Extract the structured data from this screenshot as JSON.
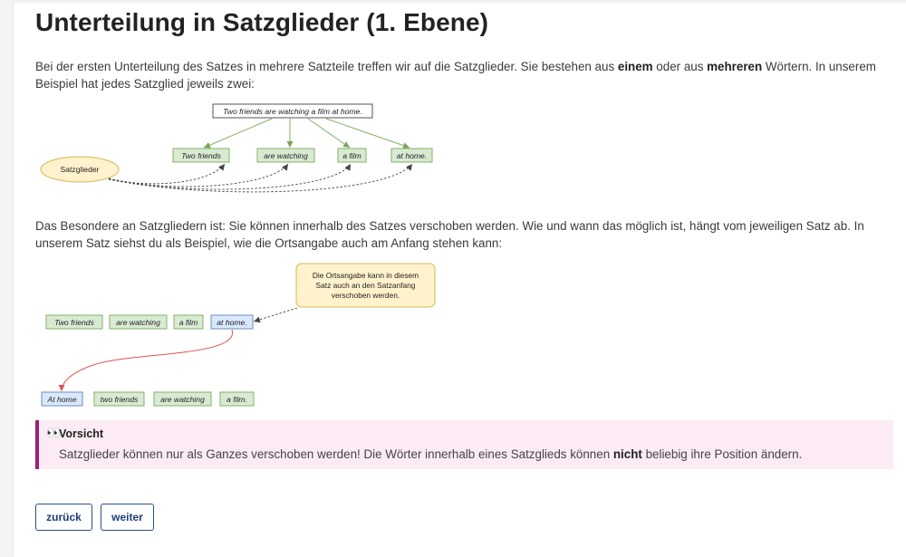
{
  "page": {
    "title": "Unterteilung in Satzglieder (1. Ebene)",
    "intro": {
      "before_one": "Bei der ersten Unterteilung des Satzes in mehrere Satzteile treffen wir auf die Satzglieder. Sie bestehen aus ",
      "one": "einem",
      "between": " oder aus ",
      "many": "mehreren",
      "after_many": " Wörtern. In unserem Beispiel hat jedes Satzglied jeweils zwei:"
    },
    "second_paragraph": "Das Besondere an Satzgliedern ist: Sie können innerhalb des Satzes verschoben werden. Wie und wann das möglich ist, hängt vom jeweiligen Satz ab. In unserem Satz siehst du als Beispiel, wie die Ortsangabe auch am Anfang stehen kann:"
  },
  "diagram1": {
    "sentence": "Two friends are watching a film at home.",
    "parts": [
      "Two friends",
      "are watching",
      "a film",
      "at home."
    ],
    "label": "Satzglieder"
  },
  "diagram2": {
    "original": [
      "Two friends",
      "are watching",
      "a film",
      "at home."
    ],
    "note": [
      "Die Ortsangabe kann in diesem",
      "Satz auch an den Satzanfang",
      "verschoben werden."
    ],
    "reordered": [
      "At home",
      "two friends",
      "are watching",
      "a film."
    ]
  },
  "caution": {
    "icon": "eyes-icon",
    "icon_glyph": "👀",
    "title": "Vorsicht",
    "before_bold": "Satzglieder können nur als Ganzes verschoben werden! Die Wörter innerhalb eines Satzglieds können ",
    "bold": "nicht",
    "after_bold": " beliebig ihre Position ändern."
  },
  "navigation": {
    "back": "zurück",
    "next": "weiter"
  },
  "colors": {
    "accent": "#9b1e78",
    "caution_bg": "#fcebf4",
    "phrase_fill": "#d9ead3",
    "phrase_stroke": "#82b366",
    "moved_fill": "#dae8fc",
    "moved_stroke": "#6c8ebf",
    "note_fill": "#fff2cc",
    "note_stroke": "#d6b656",
    "button_border": "#2a4f8c"
  }
}
